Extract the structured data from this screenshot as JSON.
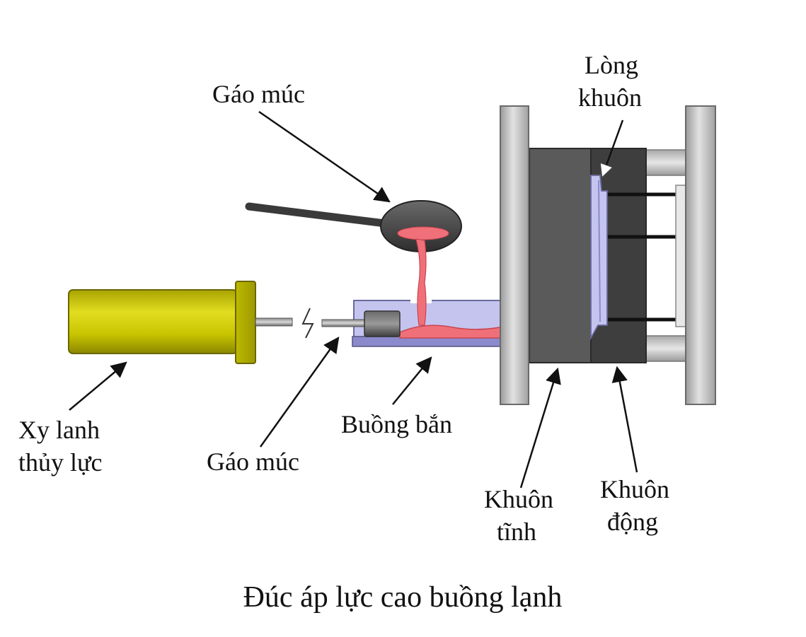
{
  "labels": {
    "ladle_top": "Gáo múc",
    "cavity_line1": "Lòng",
    "cavity_line2": "khuôn",
    "cylinder_line1": "Xy lanh",
    "cylinder_line2": "thủy lực",
    "ladle_bottom": "Gáo múc",
    "shot_chamber": "Buồng bắn",
    "fixed_die_line1": "Khuôn",
    "fixed_die_line2": "tĩnh",
    "moving_die_line1": "Khuôn",
    "moving_die_line2": "động"
  },
  "caption": "Đúc áp lực cao buồng lạnh",
  "colors": {
    "cylinder": "#c8c400",
    "cylinder_dark": "#8f8c00",
    "molten_metal": "#f0707a",
    "chamber": "#a9a9e6",
    "die_dark": "#4a4a4a",
    "frame_gray": "#b8b8b8",
    "ladle": "#505050"
  }
}
